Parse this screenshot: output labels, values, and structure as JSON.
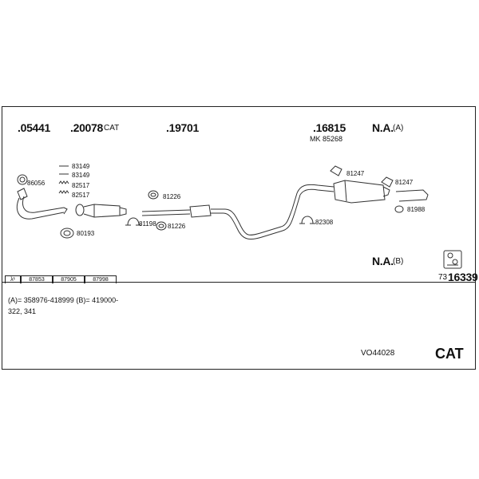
{
  "header_parts": {
    "p1": ".05441",
    "p2": ".20078",
    "p2_suffix": "CAT",
    "p3": ".19701",
    "p4": ".16815",
    "p4_sub": "MK 85268",
    "na_a": "N.A.",
    "na_a_suffix": "(A)",
    "na_b": "N.A.",
    "na_b_suffix": "(B)"
  },
  "small_parts": {
    "k86056": "86056",
    "k83149a": "83149",
    "k83149b": "83149",
    "k82517a": "82517",
    "k82517b": "82517",
    "k80193": "80193",
    "k81226a": "81226",
    "k81198": "81198",
    "k81226b": "81226",
    "k81247a": "81247",
    "k81247b": "81247",
    "k81988": "81988",
    "k82308": "82308"
  },
  "ref_row": {
    "lambda": "λ¹",
    "c1": "87853",
    "c2": "87905",
    "c3": "87998"
  },
  "kit": {
    "prefix": "73",
    "number": "16339"
  },
  "notes": {
    "line1": "(A)= 358976-418999   (B)= 419000-",
    "line2": "322, 341"
  },
  "footer": {
    "code": "VO44028",
    "cat": "CAT"
  }
}
